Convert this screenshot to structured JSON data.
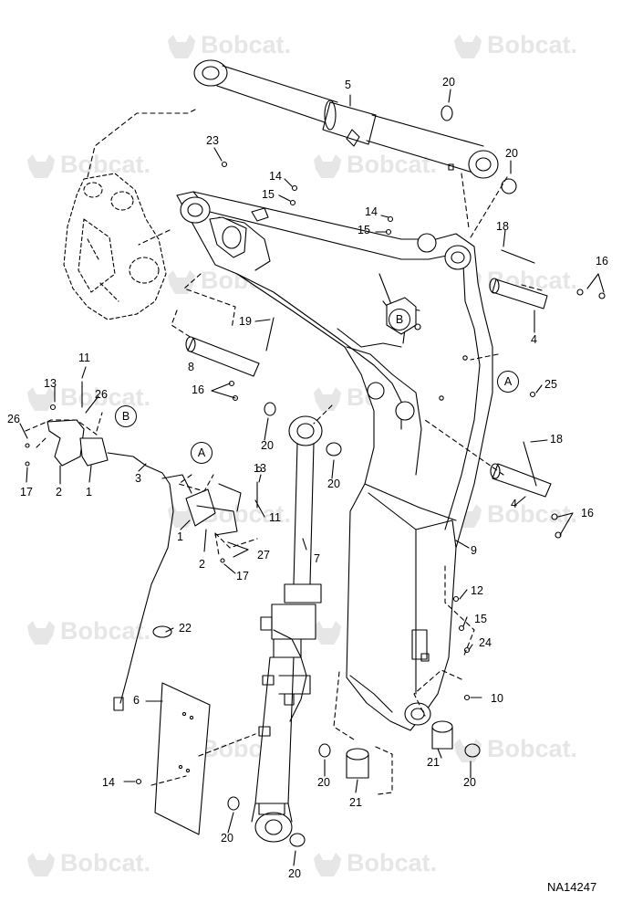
{
  "watermark": {
    "text": "Bobcat."
  },
  "drawing_code": "NA14247",
  "reference_circles": {
    "a": "A",
    "b": "B"
  },
  "callouts": {
    "c1": "1",
    "c1b": "1",
    "c2": "2",
    "c2b": "2",
    "c3": "3",
    "c4": "4",
    "c4b": "4",
    "c5": "5",
    "c6": "6",
    "c7": "7",
    "c8": "8",
    "c9": "9",
    "c10": "10",
    "c11": "11",
    "c11b": "11",
    "c12": "12",
    "c13": "13",
    "c13b": "13",
    "c14a": "14",
    "c14b": "14",
    "c14c": "14",
    "c15a": "15",
    "c15b": "15",
    "c15c": "15",
    "c16a": "16",
    "c16b": "16",
    "c16c": "16",
    "c17a": "17",
    "c17b": "17",
    "c18a": "18",
    "c18b": "18",
    "c19": "19",
    "c20a": "20",
    "c20b": "20",
    "c20c": "20",
    "c20d": "20",
    "c20e": "20",
    "c20f": "20",
    "c20g": "20",
    "c20h": "20",
    "c21a": "21",
    "c21b": "21",
    "c22": "22",
    "c23": "23",
    "c24": "24",
    "c25": "25",
    "c26a": "26",
    "c26b": "26",
    "c27": "27"
  }
}
